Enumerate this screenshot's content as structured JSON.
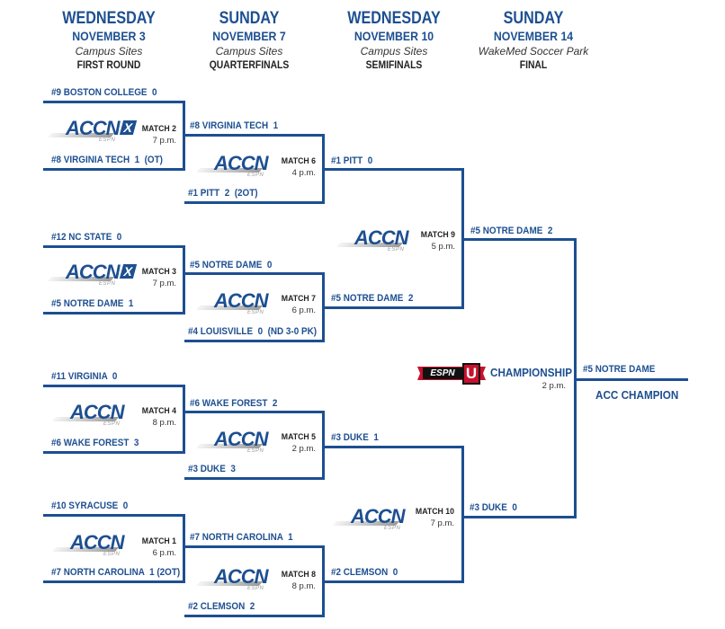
{
  "headers": [
    {
      "day": "WEDNESDAY",
      "date": "NOVEMBER 3",
      "site": "Campus Sites",
      "round": "FIRST ROUND"
    },
    {
      "day": "SUNDAY",
      "date": "NOVEMBER 7",
      "site": "Campus Sites",
      "round": "QUARTERFINALS"
    },
    {
      "day": "WEDNESDAY",
      "date": "NOVEMBER 10",
      "site": "Campus Sites",
      "round": "SEMIFINALS"
    },
    {
      "day": "SUNDAY",
      "date": "NOVEMBER 14",
      "site": "WakeMed Soccer Park",
      "round": "FINAL"
    }
  ],
  "first_round": [
    {
      "match": "MATCH 2",
      "time": "7 p.m.",
      "network": "ACCNX",
      "top": "#9 BOSTON COLLEGE  0",
      "bottom": "#8 VIRGINIA TECH  1  (OT)"
    },
    {
      "match": "MATCH 3",
      "time": "7 p.m.",
      "network": "ACCNX",
      "top": "#12 NC STATE  0",
      "bottom": "#5 NOTRE DAME  1"
    },
    {
      "match": "MATCH 4",
      "time": "8 p.m.",
      "network": "ACCN",
      "top": "#11 VIRGINIA  0",
      "bottom": "#6 WAKE FOREST  3"
    },
    {
      "match": "MATCH 1",
      "time": "6 p.m.",
      "network": "ACCN",
      "top": "#10 SYRACUSE  0",
      "bottom": "#7 NORTH CAROLINA  1 (2OT)"
    }
  ],
  "quarterfinals": [
    {
      "match": "MATCH 6",
      "time": "4 p.m.",
      "network": "ACCN",
      "top": "#8 VIRGINIA TECH  1",
      "bottom": "#1 PITT  2  (2OT)"
    },
    {
      "match": "MATCH 7",
      "time": "6 p.m.",
      "network": "ACCN",
      "top": "#5 NOTRE DAME  0",
      "bottom": "#4 LOUISVILLE  0  (ND 3-0 PK)"
    },
    {
      "match": "MATCH 5",
      "time": "2 p.m.",
      "network": "ACCN",
      "top": "#6 WAKE FOREST  2",
      "bottom": "#3 DUKE  3"
    },
    {
      "match": "MATCH 8",
      "time": "8 p.m.",
      "network": "ACCN",
      "top": "#7 NORTH CAROLINA  1",
      "bottom": "#2 CLEMSON  2"
    }
  ],
  "semifinals": [
    {
      "match": "MATCH 9",
      "time": "5 p.m.",
      "network": "ACCN",
      "top": "#1 PITT  0",
      "bottom": "#5 NOTRE DAME  2"
    },
    {
      "match": "MATCH 10",
      "time": "7 p.m.",
      "network": "ACCN",
      "top": "#3 DUKE  1",
      "bottom": "#2 CLEMSON  0"
    }
  ],
  "final": {
    "network": "ESPNU",
    "label": "CHAMPIONSHIP",
    "time": "2 p.m.",
    "top": "#5 NOTRE DAME  2",
    "bottom": "#3 DUKE  0",
    "winner": "#5 NOTRE DAME",
    "winner_caption": "ACC CHAMPION"
  },
  "logo_text": {
    "accn": "ACCN",
    "x": "X",
    "espn": "ESPN",
    "espnu_word": "ESPN",
    "espnu_u": "U"
  },
  "colors": {
    "primary": "#1d4f91",
    "espnu_red": "#c8102e"
  }
}
